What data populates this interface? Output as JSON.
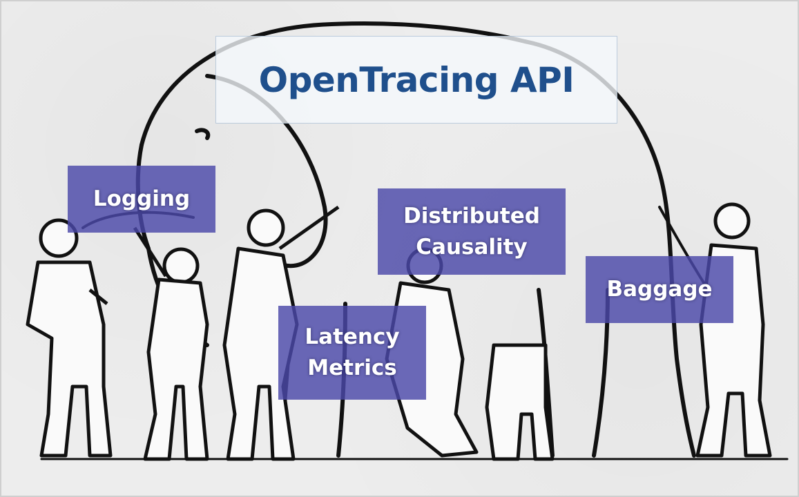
{
  "title": "OpenTracing API",
  "tags": {
    "logging": "Logging",
    "causality_line1": "Distributed",
    "causality_line2": "Causality",
    "latency_line1": "Latency",
    "latency_line2": "Metrics",
    "baggage": "Baggage"
  },
  "colors": {
    "title_text": "#1f4f8c",
    "tag_fill": "#4a48a8",
    "background": "#ededed",
    "ink": "#111111"
  }
}
